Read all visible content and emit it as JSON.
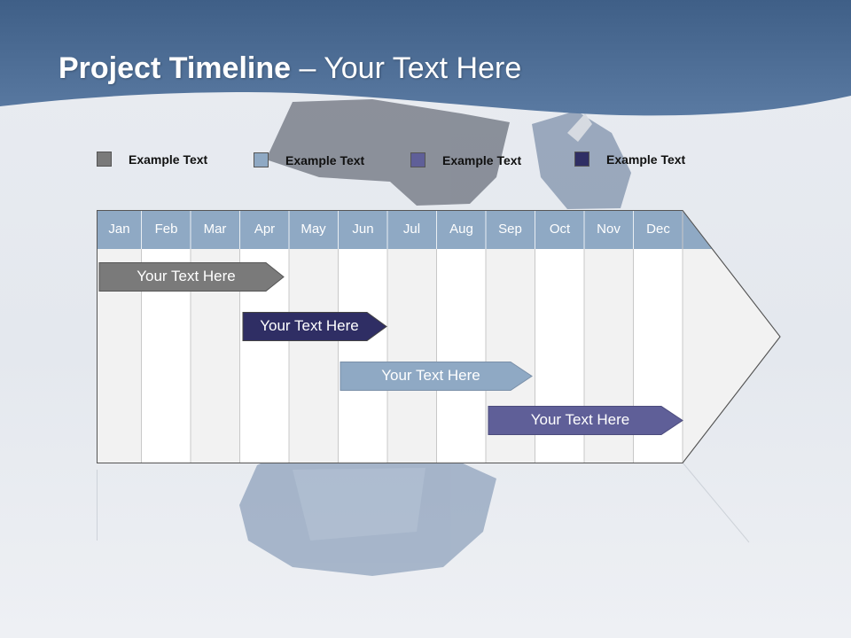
{
  "slide": {
    "title_bold": "Project Timeline",
    "title_rest": " – Your Text Here"
  },
  "legend": [
    {
      "label": "Example Text",
      "color": "#7a7a7a"
    },
    {
      "label": "Example Text",
      "color": "#8fa9c4"
    },
    {
      "label": "Example Text",
      "color": "#5f5f98"
    },
    {
      "label": "Example Text",
      "color": "#2f2e64"
    }
  ],
  "timeline": {
    "months": [
      "Jan",
      "Feb",
      "Mar",
      "Apr",
      "May",
      "Jun",
      "Jul",
      "Aug",
      "Sep",
      "Oct",
      "Nov",
      "Dec"
    ],
    "header_color": "#8fa9c4",
    "bars": [
      {
        "label": "Your  Text Here",
        "color": "#7a7a7a",
        "text_color": "#ffffff"
      },
      {
        "label": "Your  Text Here",
        "color": "#2f2e64",
        "text_color": "#ffffff"
      },
      {
        "label": "Your  Text Here",
        "color": "#8fa9c4",
        "text_color": "#ffffff"
      },
      {
        "label": "Your  Text Here",
        "color": "#5f5f98",
        "text_color": "#ffffff"
      }
    ]
  },
  "colors": {
    "header_band": "#4e6e95",
    "background": "#e8ebf0"
  }
}
